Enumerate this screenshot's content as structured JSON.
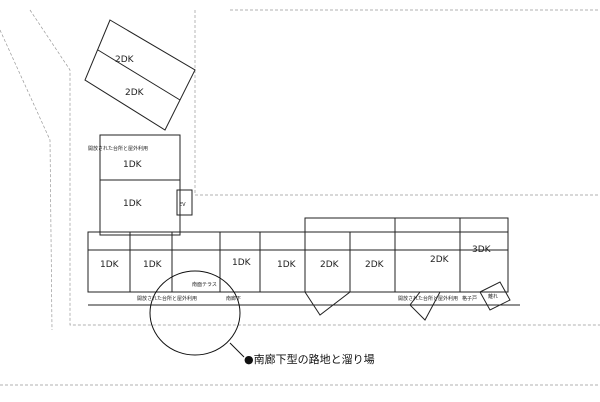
{
  "plan": {
    "rooms": {
      "top1": "2DK",
      "top2": "2DK",
      "mid1": "1DK",
      "mid2": "1DK",
      "ev": "EV",
      "s1": "1DK",
      "s2": "1DK",
      "s3": "1DK",
      "s4": "1DK",
      "s5": "2DK",
      "s6": "2DK",
      "s7": "2DK",
      "s8": "3DK"
    },
    "labels": {
      "kitchen_upper": "開放された台所と屋外利用",
      "kitchen_lower_left": "開放された台所と屋外利用",
      "kitchen_lower_right": "開放された台所と屋外利用",
      "terrace": "南面テラス",
      "corridor": "南廊下",
      "lattice_door": "格子戸",
      "annex": "離れ"
    },
    "caption": "●南廊下型の路地と溜り場"
  }
}
